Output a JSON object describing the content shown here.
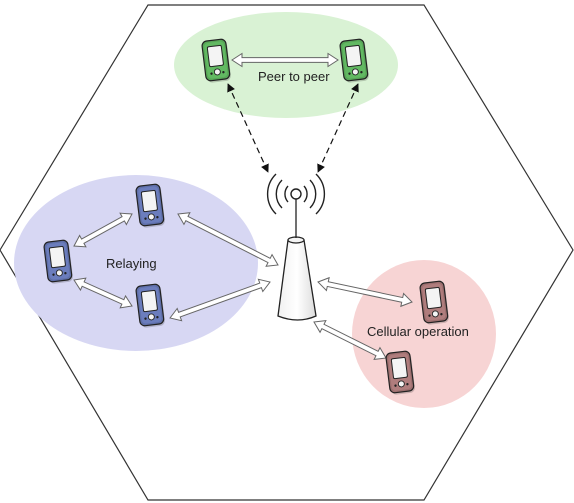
{
  "labels": {
    "peer": "Peer to peer",
    "relay": "Relaying",
    "cellular": "Cellular operation"
  },
  "colors": {
    "cell_border": "#333333",
    "peer_zone": "#d9f2d4",
    "relay_zone": "#d7d7f3",
    "cellular_zone": "#f7d4d4",
    "phone_green": "#57a557",
    "phone_blue": "#5f6fa8",
    "phone_red": "#9d6f6f",
    "link_arrow": "#ffffff",
    "link_arrow_stroke": "#666666",
    "wireless_link": "#111111"
  },
  "icons": {
    "phone": "mobile-phone-icon",
    "base_station": "base-station-tower-icon",
    "signal": "radio-waves-icon"
  }
}
